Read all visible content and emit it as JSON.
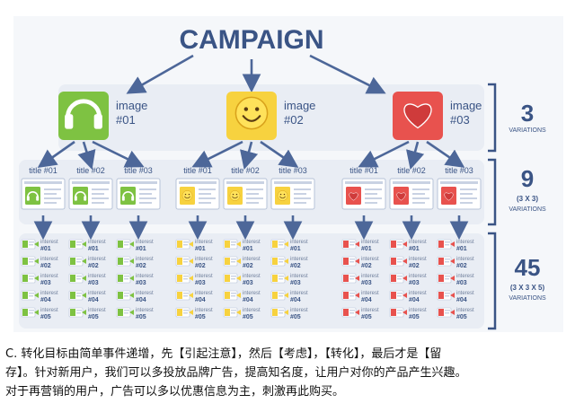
{
  "diagram": {
    "title": "CAMPAIGN",
    "images": [
      {
        "label_line1": "image",
        "label_line2": "#01",
        "icon": "headphones-icon",
        "color": "#7ec242"
      },
      {
        "label_line1": "image",
        "label_line2": "#02",
        "icon": "smiley-icon",
        "color": "#f7d23f"
      },
      {
        "label_line1": "image",
        "label_line2": "#03",
        "icon": "heart-icon",
        "color": "#e8524e"
      }
    ],
    "titles": [
      "title #01",
      "title #02",
      "title #03"
    ],
    "interests": [
      "#01",
      "#02",
      "#03",
      "#04",
      "#05"
    ],
    "interest_word": "interest",
    "brackets": [
      {
        "number": "3",
        "formula": "",
        "caption": "VARIATIONS"
      },
      {
        "number": "9",
        "formula": "(3 X 3)",
        "caption": "VARIATIONS"
      },
      {
        "number": "45",
        "formula": "(3 X 3 X 5)",
        "caption": "VARIATIONS"
      }
    ],
    "colors": {
      "navy": "#3a5485",
      "arrow": "#4d6799",
      "band": "#e9edf4",
      "background": "#f5f7fa",
      "green": "#7ec242",
      "yellow": "#f7d23f",
      "red": "#e8524e"
    }
  },
  "caption": {
    "lines": [
      "C. 转化目标由简单事件递增，先【引起注意】，然后【考虑】，【转化】，最后才是【留",
      "存】。针对新用户，我们可以多投放品牌广告，提高知名度，让用户对你的产品产生兴趣。",
      "对于再营销的用户，广告可以多以优惠信息为主，刺激再此购买。"
    ]
  }
}
